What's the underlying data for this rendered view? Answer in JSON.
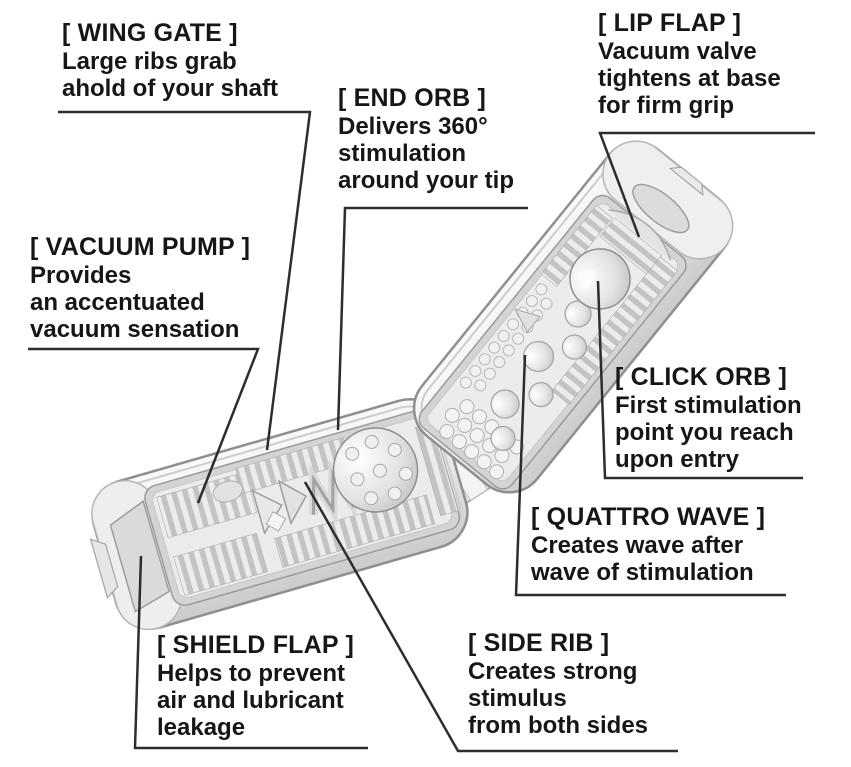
{
  "page": {
    "background": "#ffffff",
    "text_color": "#161616",
    "leader_line_color": "#2d2d2d"
  },
  "device": {
    "label": "flip-open-sleeve-cutaway",
    "colors": {
      "shell_light": "#fafafa",
      "shell_dark": "#cccccc",
      "outline": "#8f8f8f",
      "tray": "#d4d4d4",
      "tray_inner": "#ececec",
      "rib": "#c3c3c3"
    }
  },
  "callouts": {
    "wing_gate": {
      "title": "[ WING GATE ]",
      "line1": "Large ribs grab",
      "line2": "ahold of your shaft"
    },
    "end_orb": {
      "title": "[ END ORB ]",
      "line1": "Delivers 360°",
      "line2": "stimulation",
      "line3": "around your tip"
    },
    "lip_flap": {
      "title": "[ LIP FLAP ]",
      "line1": "Vacuum valve",
      "line2": "tightens at base",
      "line3": "for firm grip"
    },
    "vacuum_pump": {
      "title": "[ VACUUM PUMP ]",
      "line1": "Provides",
      "line2": "an accentuated",
      "line3": "vacuum sensation"
    },
    "click_orb": {
      "title": "[ CLICK ORB ]",
      "line1": "First stimulation",
      "line2": "point you reach",
      "line3": "upon entry"
    },
    "quattro_wave": {
      "title": "[ QUATTRO WAVE ]",
      "line1": "Creates wave after",
      "line2": "wave of stimulation"
    },
    "shield_flap": {
      "title": "[ SHIELD FLAP ]",
      "line1": "Helps to prevent",
      "line2": "air and lubricant",
      "line3": "leakage"
    },
    "side_rib": {
      "title": "[ SIDE RIB ]",
      "line1": "Creates strong",
      "line2": "stimulus",
      "line3": "from both sides"
    }
  }
}
